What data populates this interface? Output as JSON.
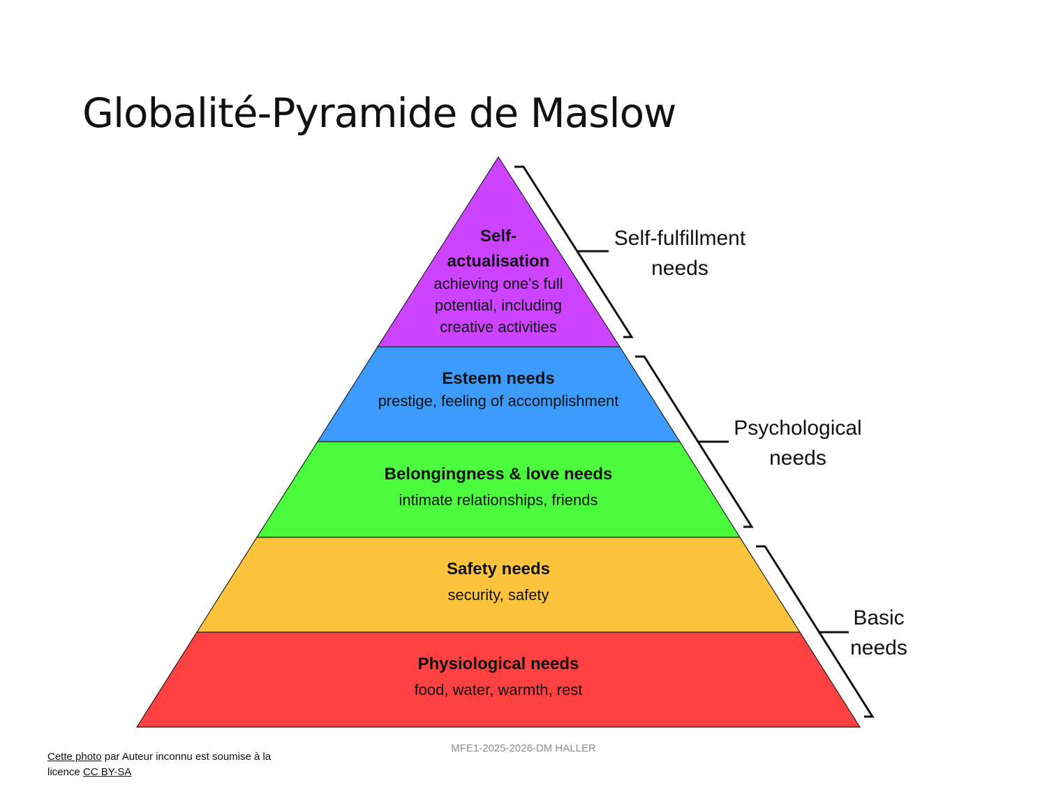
{
  "title": "Globalité-Pyramide de Maslow",
  "colors": {
    "self_actualisation": "#cc44ff",
    "esteem": "#3d9bfc",
    "belonging": "#4cfa3d",
    "safety": "#fcc43d",
    "physiological": "#fd4141",
    "outline": "#222222"
  },
  "levels": {
    "self_actualisation": {
      "title_line1": "Self-",
      "title_line2": "actualisation",
      "desc_line1": "achieving one's full",
      "desc_line2": "potential, including",
      "desc_line3": "creative activities"
    },
    "esteem": {
      "title": "Esteem needs",
      "desc": "prestige, feeling of accomplishment"
    },
    "belonging": {
      "title": "Belongingness & love needs",
      "desc": "intimate relationships, friends"
    },
    "safety": {
      "title": "Safety needs",
      "desc": "security, safety"
    },
    "physiological": {
      "title": "Physiological needs",
      "desc": "food, water, warmth, rest"
    }
  },
  "groups": {
    "self_fulfillment": {
      "line1": "Self-fulfillment",
      "line2": "needs"
    },
    "psychological": {
      "line1": "Psychological",
      "line2": "needs"
    },
    "basic": {
      "line1": "Basic",
      "line2": "needs"
    }
  },
  "footer": "MFE1-2025-2026-DM HALLER",
  "credit": {
    "link1": "Cette photo",
    "text1": " par Auteur inconnu est soumise à la licence ",
    "link2": "CC BY-SA"
  }
}
